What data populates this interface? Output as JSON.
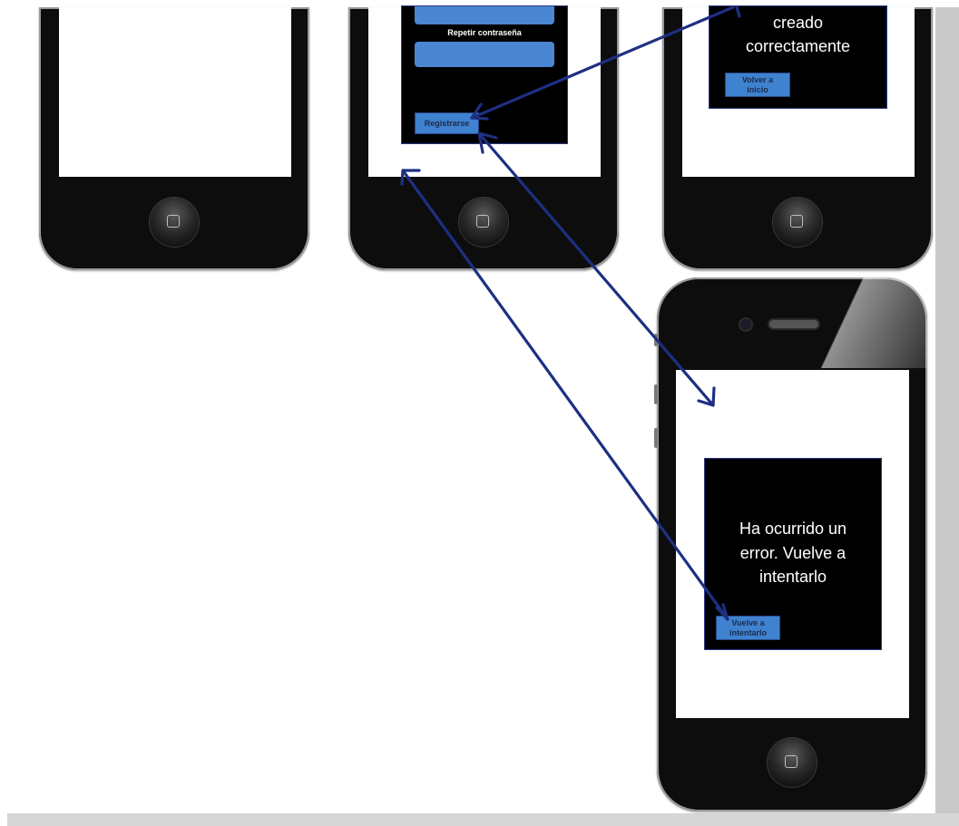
{
  "signup_screen": {
    "repeat_password_label": "Repetir contraseña",
    "register_button": "Registrarse"
  },
  "success_screen": {
    "message_line1": "creado",
    "message_line2": "correctamente",
    "back_button_line1": "Volver a",
    "back_button_line2": "inicio"
  },
  "error_screen": {
    "message_line1": "Ha ocurrido un",
    "message_line2": "error. Vuelve a",
    "message_line3": "intentarlo",
    "retry_button_line1": "Vuelve a",
    "retry_button_line2": "intentarlo"
  },
  "colors": {
    "arrow": "#1e2f82",
    "button": "#3f82cf",
    "field": "#4a86d2",
    "panel": "#000000"
  }
}
